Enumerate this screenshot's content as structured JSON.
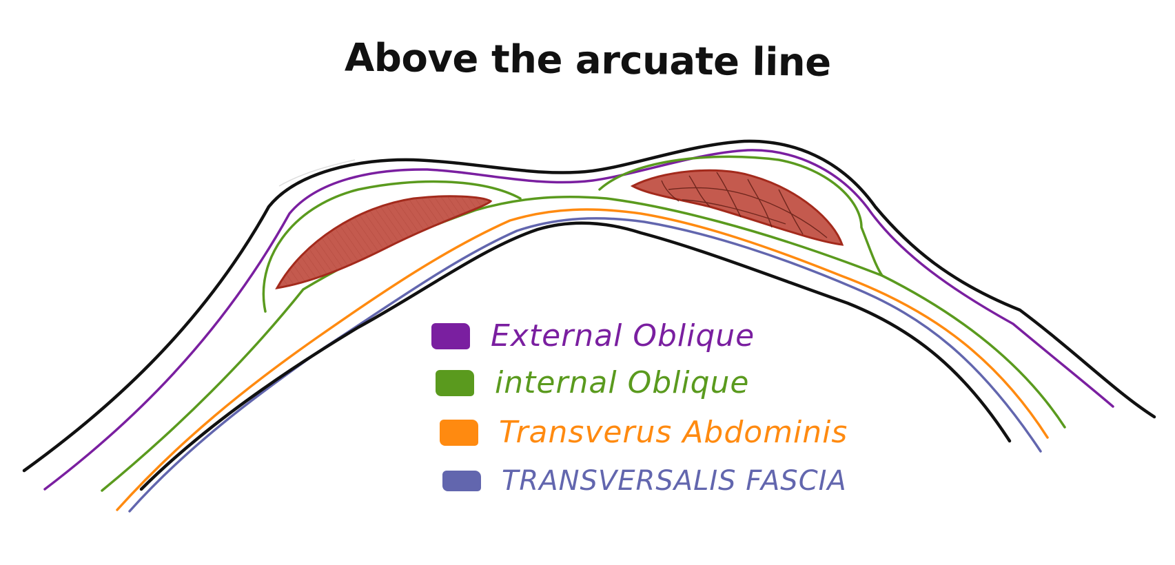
{
  "diagram": {
    "title": "Above the arcuate line",
    "legend": [
      {
        "label": "External Oblique",
        "color": "#7a1fa0"
      },
      {
        "label": "internal Oblique",
        "color": "#5a9a1e"
      },
      {
        "label": "Transverus Abdominis",
        "color": "#ff8a10"
      },
      {
        "label": "TRANSVERSALIS FASCIA",
        "color": "#6266ae"
      }
    ],
    "colors": {
      "outline": "#111111",
      "muscle_fill": "#c45a4e",
      "muscle_edge": "#a32a1c"
    }
  }
}
